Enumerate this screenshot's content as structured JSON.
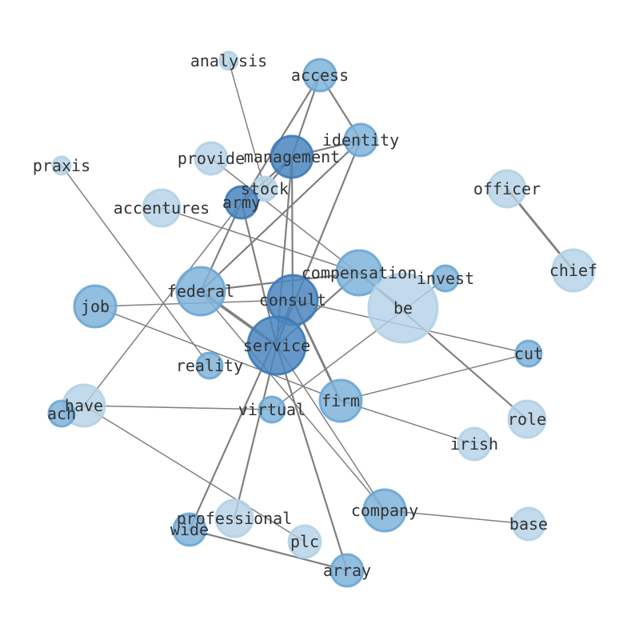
{
  "colors": {
    "edge": "#808080",
    "label": "#333333",
    "node_light": "#b3d1e6",
    "node_mid": "#7fb3d9",
    "node_dark": "#4a86c0"
  },
  "nodes": [
    {
      "id": "analysis",
      "label": "analysis",
      "weight": 1,
      "shade": "light"
    },
    {
      "id": "access",
      "label": "access",
      "weight": 3,
      "shade": "mid"
    },
    {
      "id": "identity",
      "label": "identity",
      "weight": 3,
      "shade": "mid"
    },
    {
      "id": "management",
      "label": "management",
      "weight": 5,
      "shade": "dark"
    },
    {
      "id": "provide",
      "label": "provide",
      "weight": 3,
      "shade": "light"
    },
    {
      "id": "praxis",
      "label": "praxis",
      "weight": 1,
      "shade": "light"
    },
    {
      "id": "stock",
      "label": "stock",
      "weight": 2,
      "shade": "light"
    },
    {
      "id": "army",
      "label": "army",
      "weight": 3,
      "shade": "dark"
    },
    {
      "id": "accentures",
      "label": "accentures",
      "weight": 4,
      "shade": "light"
    },
    {
      "id": "officer",
      "label": "officer",
      "weight": 4,
      "shade": "light"
    },
    {
      "id": "chief",
      "label": "chief",
      "weight": 5,
      "shade": "light"
    },
    {
      "id": "compensation",
      "label": "compensation",
      "weight": 5,
      "shade": "mid"
    },
    {
      "id": "invest",
      "label": "invest",
      "weight": 2,
      "shade": "mid"
    },
    {
      "id": "federal",
      "label": "federal",
      "weight": 6,
      "shade": "mid"
    },
    {
      "id": "consult",
      "label": "consult",
      "weight": 7,
      "shade": "dark"
    },
    {
      "id": "be",
      "label": "be",
      "weight": 10,
      "shade": "light"
    },
    {
      "id": "job",
      "label": "job",
      "weight": 5,
      "shade": "mid"
    },
    {
      "id": "service",
      "label": "service",
      "weight": 9,
      "shade": "dark"
    },
    {
      "id": "cut",
      "label": "cut",
      "weight": 2,
      "shade": "mid"
    },
    {
      "id": "reality",
      "label": "reality",
      "weight": 2,
      "shade": "mid"
    },
    {
      "id": "have",
      "label": "have",
      "weight": 5,
      "shade": "light"
    },
    {
      "id": "ach",
      "label": "ach",
      "weight": 2,
      "shade": "mid"
    },
    {
      "id": "virtual",
      "label": "virtual",
      "weight": 2,
      "shade": "mid"
    },
    {
      "id": "firm",
      "label": "firm",
      "weight": 5,
      "shade": "mid"
    },
    {
      "id": "role",
      "label": "role",
      "weight": 4,
      "shade": "light"
    },
    {
      "id": "irish",
      "label": "irish",
      "weight": 3,
      "shade": "light"
    },
    {
      "id": "professional",
      "label": "professional",
      "weight": 4,
      "shade": "light"
    },
    {
      "id": "company",
      "label": "company",
      "weight": 5,
      "shade": "mid"
    },
    {
      "id": "base",
      "label": "base",
      "weight": 3,
      "shade": "light"
    },
    {
      "id": "wide",
      "label": "wide",
      "weight": 3,
      "shade": "mid"
    },
    {
      "id": "plc",
      "label": "plc",
      "weight": 3,
      "shade": "light"
    },
    {
      "id": "array",
      "label": "array",
      "weight": 3,
      "shade": "mid"
    }
  ],
  "edges": [
    {
      "source": "analysis",
      "target": "stock",
      "weight": 1
    },
    {
      "source": "access",
      "target": "management",
      "weight": 2
    },
    {
      "source": "access",
      "target": "identity",
      "weight": 2
    },
    {
      "source": "access",
      "target": "army",
      "weight": 2
    },
    {
      "source": "identity",
      "target": "management",
      "weight": 2
    },
    {
      "source": "identity",
      "target": "federal",
      "weight": 2
    },
    {
      "source": "identity",
      "target": "service",
      "weight": 2
    },
    {
      "source": "management",
      "target": "army",
      "weight": 2
    },
    {
      "source": "management",
      "target": "stock",
      "weight": 2
    },
    {
      "source": "management",
      "target": "consult",
      "weight": 2
    },
    {
      "source": "management",
      "target": "service",
      "weight": 2
    },
    {
      "source": "provide",
      "target": "be",
      "weight": 1
    },
    {
      "source": "praxis",
      "target": "reality",
      "weight": 1
    },
    {
      "source": "army",
      "target": "federal",
      "weight": 2
    },
    {
      "source": "army",
      "target": "service",
      "weight": 2
    },
    {
      "source": "army",
      "target": "have",
      "weight": 1
    },
    {
      "source": "accentures",
      "target": "compensation",
      "weight": 1
    },
    {
      "source": "officer",
      "target": "chief",
      "weight": 3
    },
    {
      "source": "federal",
      "target": "compensation",
      "weight": 2
    },
    {
      "source": "federal",
      "target": "service",
      "weight": 4
    },
    {
      "source": "federal",
      "target": "company",
      "weight": 1
    },
    {
      "source": "consult",
      "target": "firm",
      "weight": 3
    },
    {
      "source": "consult",
      "target": "service",
      "weight": 2
    },
    {
      "source": "consult",
      "target": "wide",
      "weight": 2
    },
    {
      "source": "consult",
      "target": "cut",
      "weight": 1
    },
    {
      "source": "compensation",
      "target": "service",
      "weight": 2
    },
    {
      "source": "compensation",
      "target": "role",
      "weight": 2
    },
    {
      "source": "job",
      "target": "consult",
      "weight": 1
    },
    {
      "source": "job",
      "target": "firm",
      "weight": 1
    },
    {
      "source": "invest",
      "target": "virtual",
      "weight": 1
    },
    {
      "source": "service",
      "target": "professional",
      "weight": 2
    },
    {
      "source": "service",
      "target": "array",
      "weight": 2
    },
    {
      "source": "service",
      "target": "company",
      "weight": 1
    },
    {
      "source": "have",
      "target": "virtual",
      "weight": 1
    },
    {
      "source": "have",
      "target": "plc",
      "weight": 1
    },
    {
      "source": "firm",
      "target": "cut",
      "weight": 1
    },
    {
      "source": "firm",
      "target": "irish",
      "weight": 1
    },
    {
      "source": "company",
      "target": "base",
      "weight": 1
    },
    {
      "source": "wide",
      "target": "array",
      "weight": 2
    }
  ]
}
